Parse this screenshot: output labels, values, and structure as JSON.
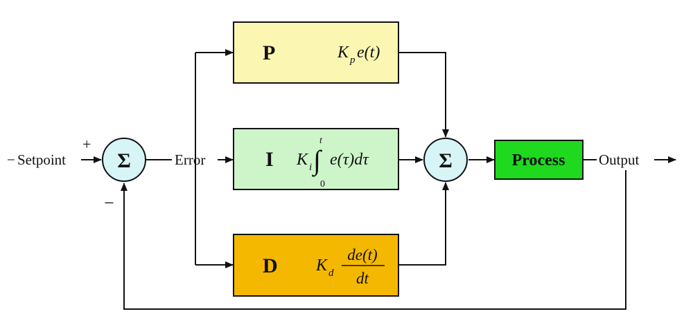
{
  "colors": {
    "p_block": "#fbf7b3",
    "i_block": "#cdf5c9",
    "d_block": "#f5b800",
    "process_block": "#1fd91f",
    "summer": "#d7f4f7",
    "line": "#111111"
  },
  "inputs": {
    "setpoint": "Setpoint",
    "setpoint_dash": "−",
    "plus_sign": "+",
    "minus_sign": "−"
  },
  "signals": {
    "error": "Error",
    "output": "Output"
  },
  "summers": {
    "sum1_symbol": "Σ",
    "sum2_symbol": "Σ"
  },
  "blocks": {
    "p": {
      "letter": "P",
      "gain": "K",
      "gain_sub": "p",
      "expr": "e(t)"
    },
    "i": {
      "letter": "I",
      "gain": "K",
      "gain_sub": "i",
      "integral_sign": "∫",
      "upper_limit": "t",
      "lower_limit": "0",
      "expr": "e(τ)dτ"
    },
    "d": {
      "letter": "D",
      "gain": "K",
      "gain_sub": "d",
      "numerator": "de(t)",
      "denominator": "dt"
    },
    "process": {
      "label": "Process"
    }
  }
}
